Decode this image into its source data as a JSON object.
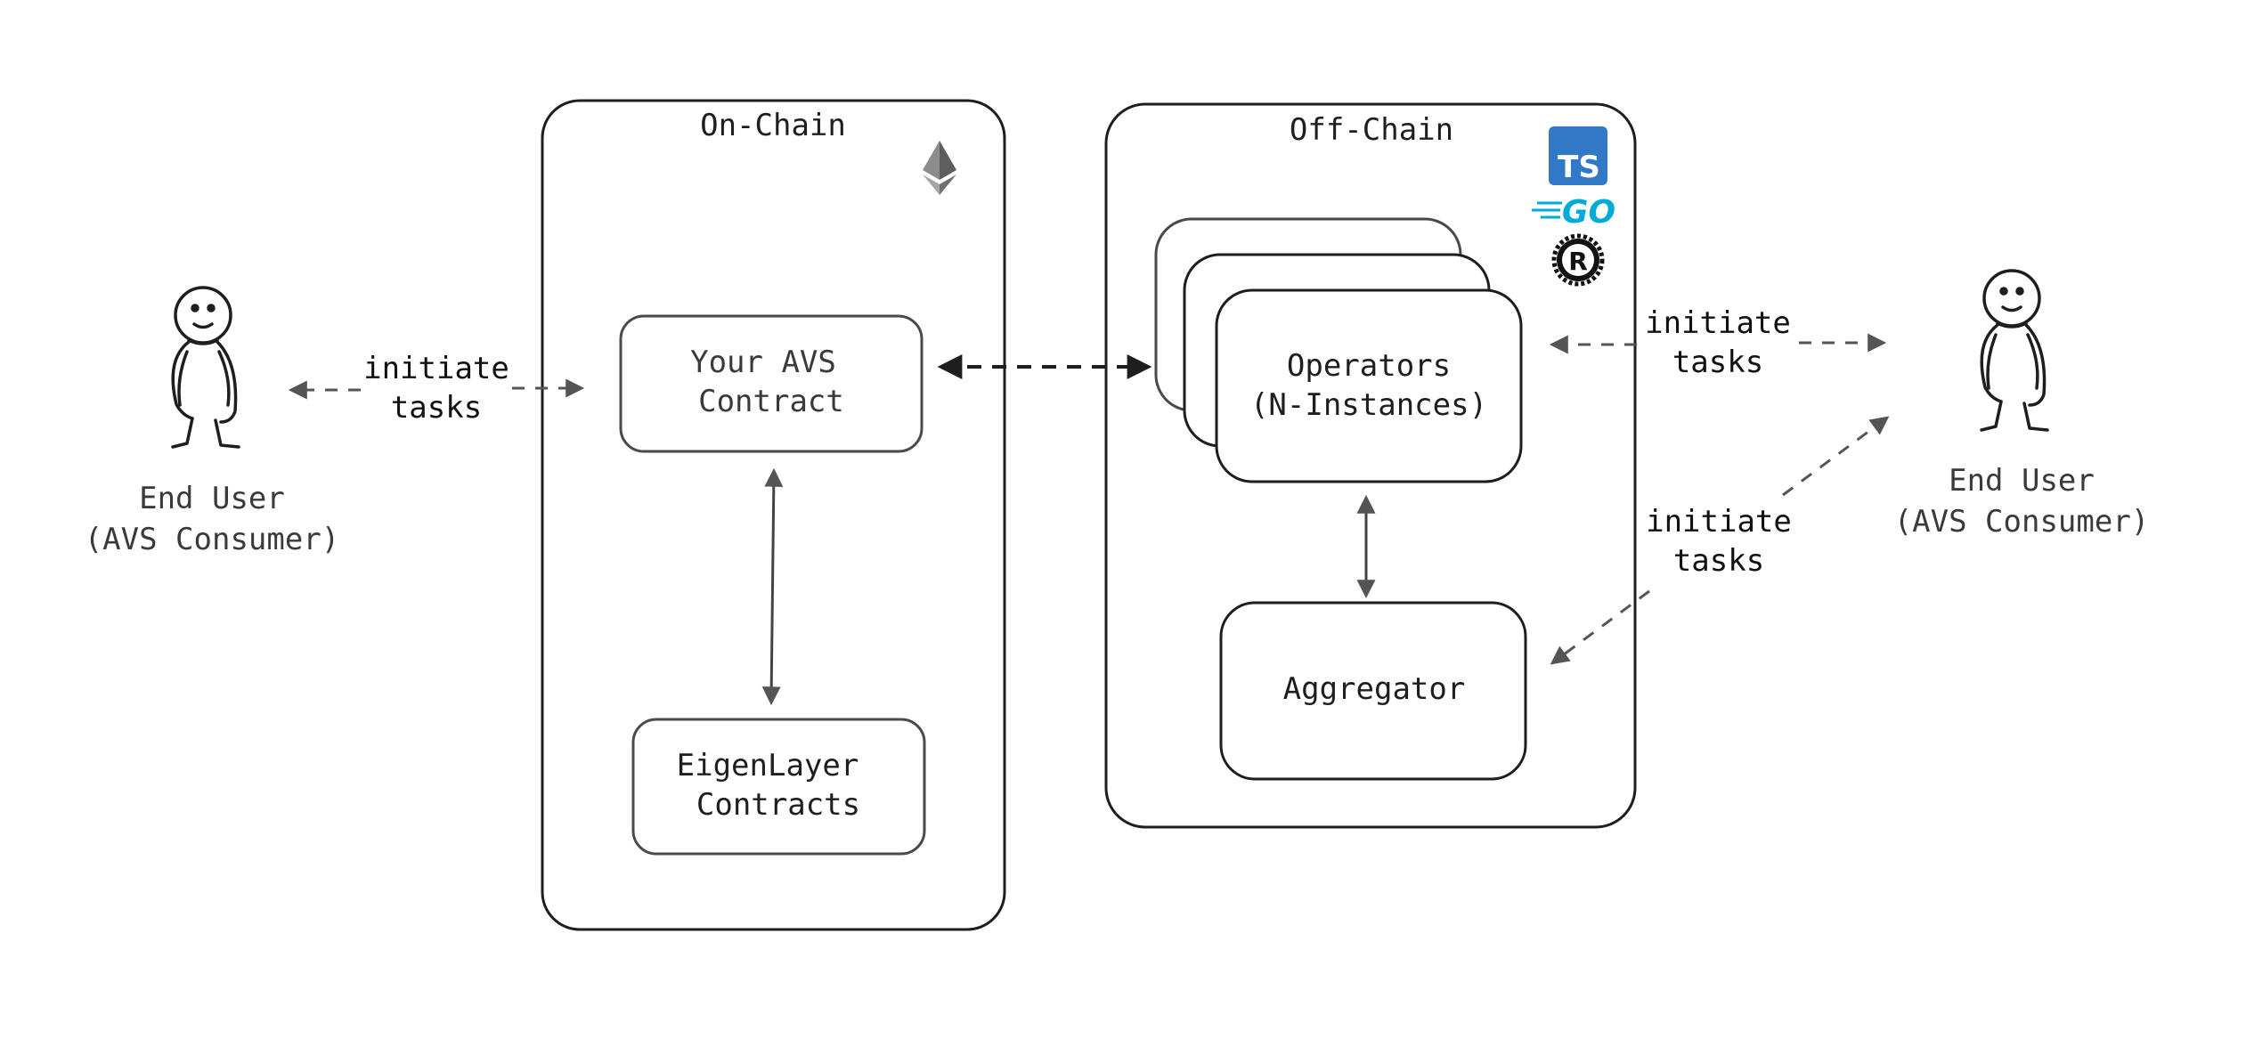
{
  "diagram": {
    "left_user": {
      "line1": "End User",
      "line2": "(AVS Consumer)"
    },
    "right_user": {
      "line1": "End User",
      "line2": "(AVS Consumer)"
    },
    "onchain": {
      "title": "On-Chain",
      "avs_contract": {
        "line1": "Your AVS",
        "line2": "Contract"
      },
      "eigenlayer": {
        "line1": "EigenLayer",
        "line2": "Contracts"
      }
    },
    "offchain": {
      "title": "Off-Chain",
      "operators": {
        "line1": "Operators",
        "line2": "(N-Instances)"
      },
      "aggregator": {
        "label": "Aggregator"
      },
      "logos": {
        "ts": "TS",
        "go": "GO",
        "rust": "R"
      }
    },
    "edges": {
      "left_initiate": {
        "line1": "initiate",
        "line2": "tasks"
      },
      "right_top_initiate": {
        "line1": "initiate",
        "line2": "tasks"
      },
      "right_bottom_initiate": {
        "line1": "initiate",
        "line2": "tasks"
      }
    }
  },
  "colors": {
    "stroke": "#1e1e1e",
    "muted_stroke": "#4a4a4a",
    "ts_blue": "#3178c6",
    "go_cyan": "#00acd7",
    "eth_gray": "#8c8c8c"
  }
}
